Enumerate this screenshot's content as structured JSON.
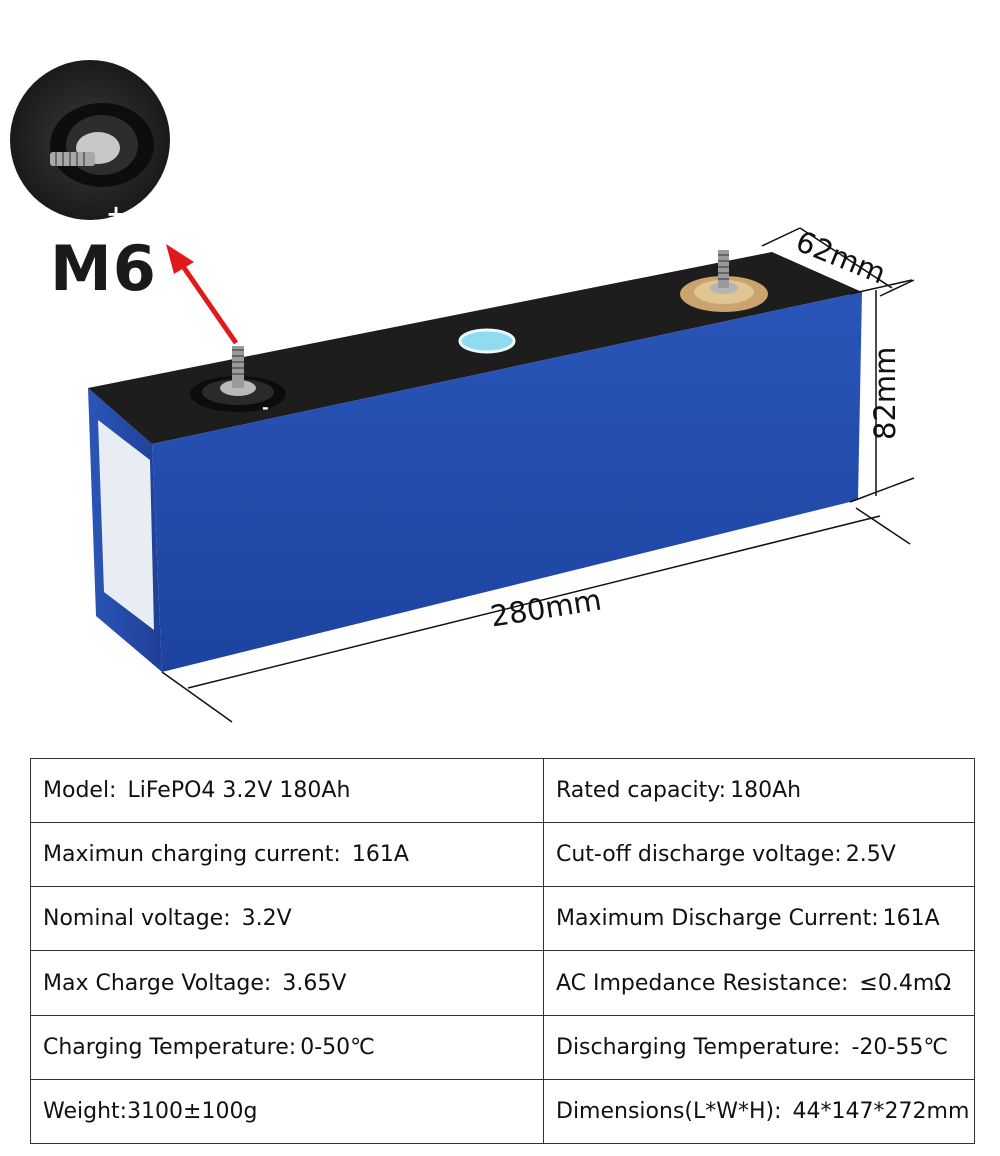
{
  "illustration": {
    "terminal_thread_label": "M6",
    "positive_symbol": "+",
    "negative_symbol": "-",
    "dimensions": {
      "width": "62mm",
      "height": "82mm",
      "length": "280mm"
    },
    "colors": {
      "casing_blue": "#1f4aa8",
      "top_black": "#1c1c1c",
      "arrow_red": "#e0191b"
    }
  },
  "specs": {
    "rows": [
      {
        "left_label": "Model:",
        "left_value": "LiFePO4 3.2V 180Ah",
        "right_label": "Rated capacity:",
        "right_value": "180Ah"
      },
      {
        "left_label": "Maximun charging current:",
        "left_value": "161A",
        "right_label": "Cut-off discharge voltage:",
        "right_value": "2.5V"
      },
      {
        "left_label": "Nominal voltage:",
        "left_value": "3.2V",
        "right_label": "Maximum Discharge Current:",
        "right_value": "161A"
      },
      {
        "left_label": "Max Charge Voltage:",
        "left_value": "3.65V",
        "right_label": "AC Impedance Resistance:",
        "right_value": "≤0.4mΩ"
      },
      {
        "left_label": "Charging Temperature:",
        "left_value": "0-50℃",
        "right_label": "Discharging Temperature:",
        "right_value": "-20-55℃"
      },
      {
        "left_label": "Weight:",
        "left_value": "3100±100g",
        "right_label": "Dimensions(L*W*H):",
        "right_value": "44*147*272mm"
      }
    ]
  }
}
